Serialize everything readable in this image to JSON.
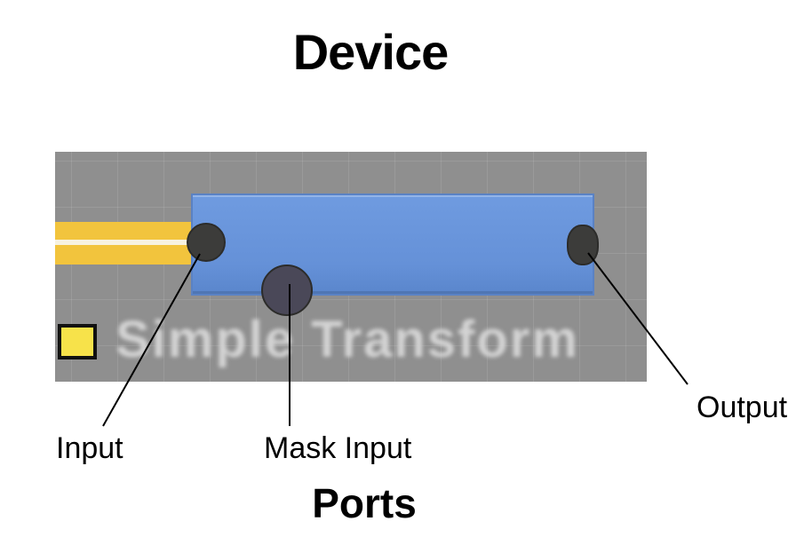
{
  "title": "Device",
  "node": {
    "label": "Simple Transform",
    "body_color": "#6591d8",
    "wire_color": "#f2c43d",
    "swatch_color": "#f7e24a"
  },
  "callouts": {
    "input": "Input",
    "mask_input": "Mask Input",
    "output": "Output"
  },
  "subtitle": "Ports"
}
